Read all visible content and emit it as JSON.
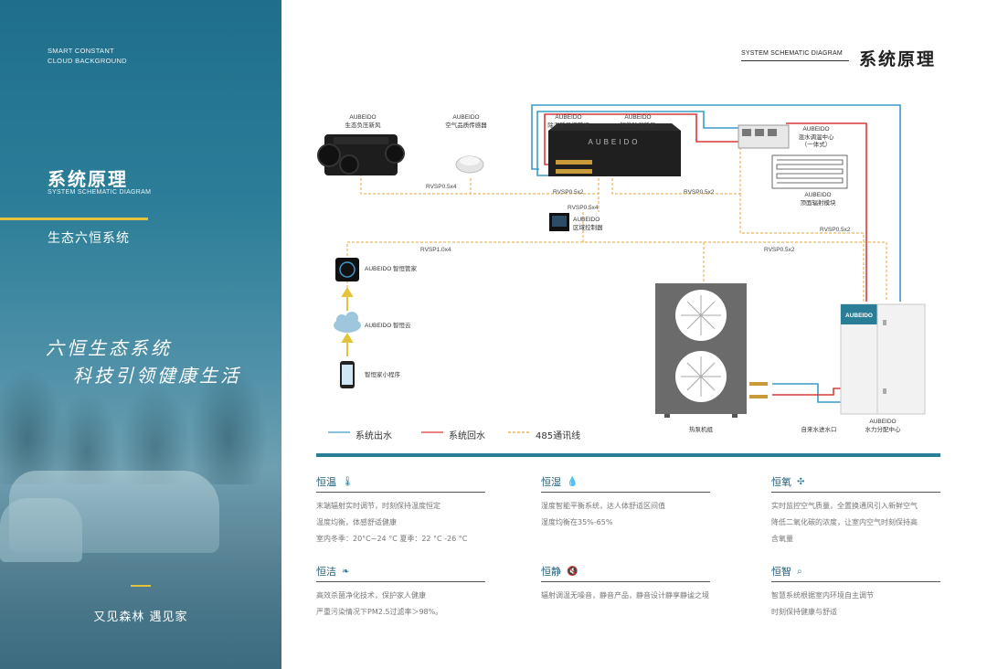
{
  "left_panel": {
    "en_top": [
      "SMART CONSTANT",
      "CLOUD BACKGROUND"
    ],
    "title": "系统原理",
    "title_en": "SYSTEM SCHEMATIC DIAGRAM",
    "subtitle": "生态六恒系统",
    "script_line1": "六恒生态系统",
    "script_line2": "科技引领健康生活",
    "slogan": "又见森林 遇见家"
  },
  "header": {
    "en": "SYSTEM SCHEMATIC DIAGRAM",
    "title": "系统原理"
  },
  "diagram": {
    "devices": {
      "fresh_air": [
        "AUBEIDO",
        "生态负压新风"
      ],
      "air_sensor": [
        "AUBEIDO",
        "空气品质传感器"
      ],
      "dehumid_valve": [
        "AUBEIDO",
        "除湿新风调节阀"
      ],
      "dehumid_fresh": [
        "AUBEIDO",
        "智能除湿新风"
      ],
      "water_center": [
        "AUBEIDO",
        "混水调温中心",
        "（一体式）"
      ],
      "radiant": [
        "AUBEIDO",
        "顶面辐射模块"
      ],
      "zone_ctrl": [
        "AUBEIDO",
        "区域控制器"
      ],
      "butler": "AUBEIDO 智恒管家",
      "cloud": "AUBEIDO 智恒云",
      "mini_app": "智恒家小程序",
      "heat_pump": "热泵机组",
      "tap_water": "自来水进水口",
      "hydro_center": [
        "AUBEIDO",
        "水力分配中心"
      ],
      "brand_mark": "AUBEIDO"
    },
    "wires": {
      "w1": "RVSP0.5x4",
      "w2": "RVSP0.5x2",
      "w3": "RVSP0.5x2",
      "w4": "RVSP0.5x4",
      "w5": "RVSP1.0x4",
      "w6": "RVSP0.5x2",
      "w7": "RVSP0.5x2"
    },
    "legend": [
      {
        "label": "系统出水",
        "color": "#3b9ac9",
        "style": "solid"
      },
      {
        "label": "系统回水",
        "color": "#d93a3a",
        "style": "solid"
      },
      {
        "label": "485通讯线",
        "color": "#e8a53c",
        "style": "dashed"
      }
    ]
  },
  "features": [
    {
      "title": "恒温",
      "icon": "thermometer-icon",
      "glyph": "🌡",
      "lines": [
        "末端辐射实时调节，时刻保持温度恒定",
        "温度均衡，体感舒适健康",
        "室内冬季：20°C~24 °C      夏季：22 °C -26 °C"
      ]
    },
    {
      "title": "恒湿",
      "icon": "water-drop-icon",
      "glyph": "💧",
      "lines": [
        "湿度智能平衡系统，达人体舒适区间值",
        "湿度均衡在35%-65%"
      ]
    },
    {
      "title": "恒氧",
      "icon": "oxygen-icon",
      "glyph": "✣",
      "lines": [
        "实时监控空气质量，全置换通风引入新鲜空气",
        "降低二氧化碳的浓度，让室内空气时刻保持高",
        "含氧量"
      ]
    },
    {
      "title": "恒洁",
      "icon": "leaf-icon",
      "glyph": "❧",
      "lines": [
        "高效杀菌净化技术，保护家人健康",
        "严重污染情况下PM2.5过滤率＞98%。"
      ]
    },
    {
      "title": "恒静",
      "icon": "mute-speaker-icon",
      "glyph": "🔇",
      "lines": [
        "辐射调温无噪音，静音产品，静音设计静享静谧之境"
      ]
    },
    {
      "title": "恒智",
      "icon": "smart-search-icon",
      "glyph": "⌕",
      "lines": [
        "智慧系统根据室内环境自主调节",
        "时刻保持健康与舒适"
      ]
    }
  ]
}
